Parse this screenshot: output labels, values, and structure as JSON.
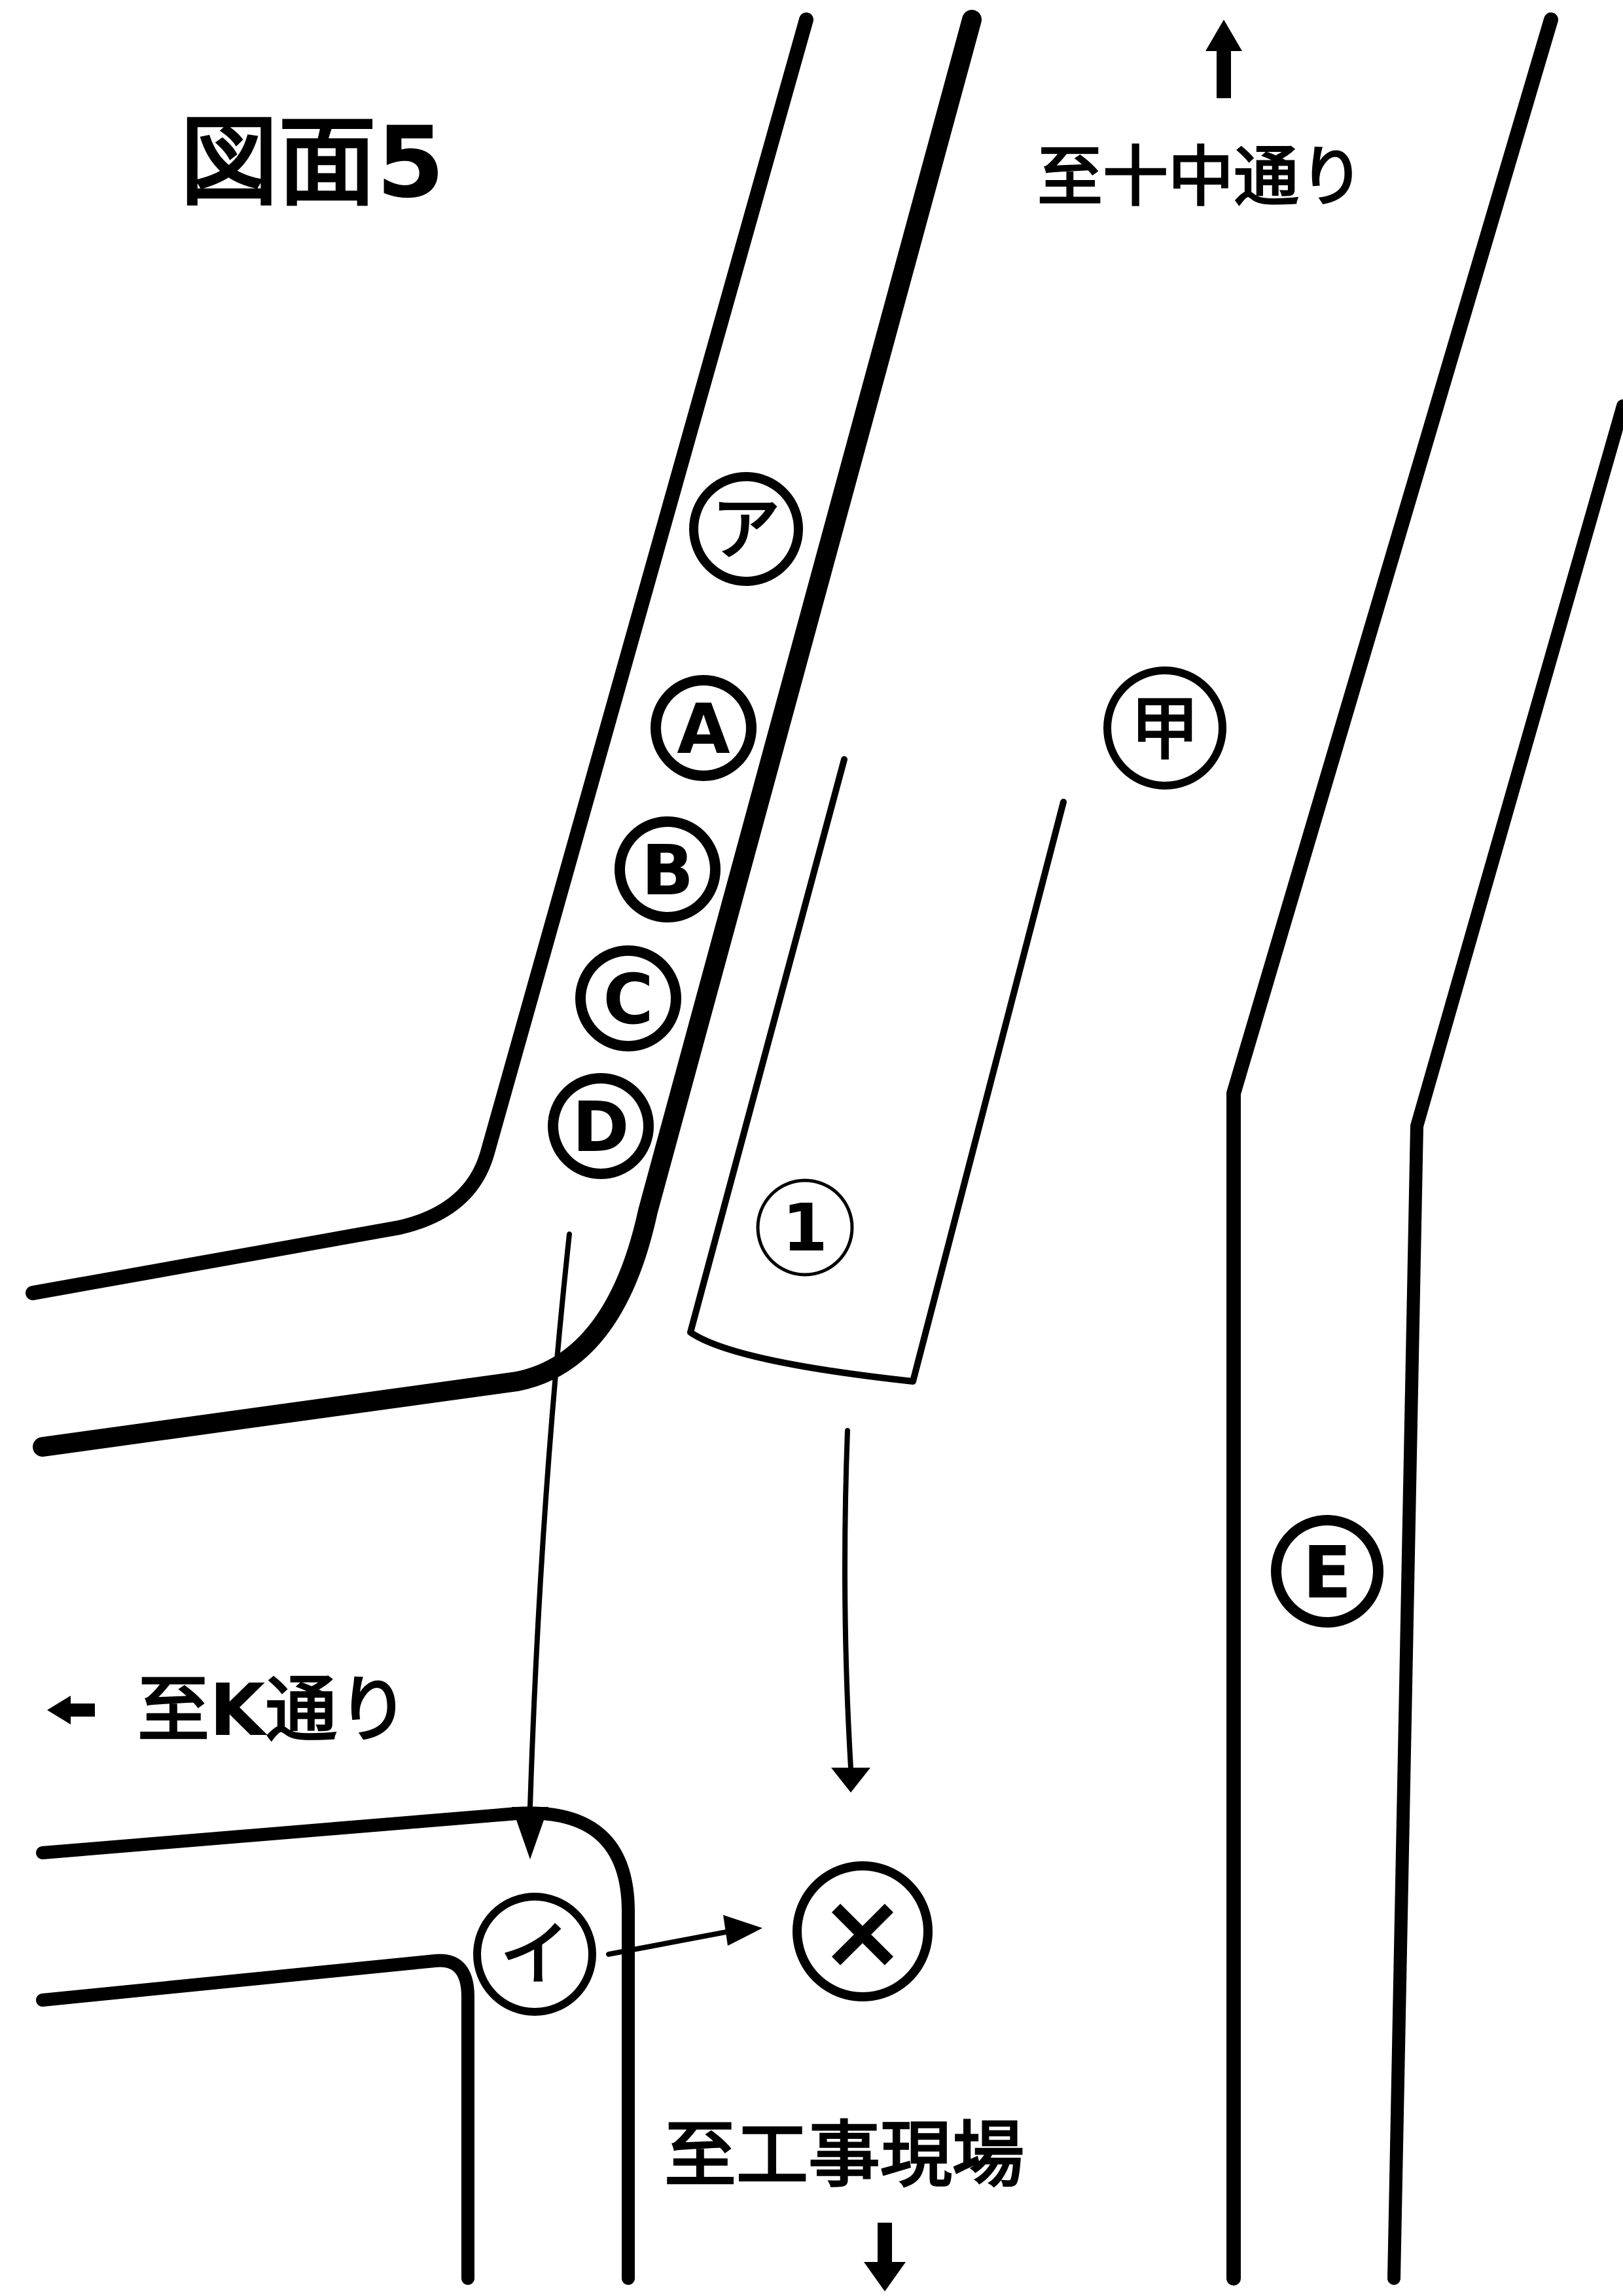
{
  "title": "図面5",
  "directions": {
    "north": "至十中通り",
    "west": "至K通り",
    "south": "至工事現場"
  },
  "markers": {
    "a_katakana": "ア",
    "i_katakana": "イ",
    "A": "A",
    "B": "B",
    "C": "C",
    "D": "D",
    "E": "E",
    "one": "1",
    "kou": "甲",
    "cross": "×"
  }
}
